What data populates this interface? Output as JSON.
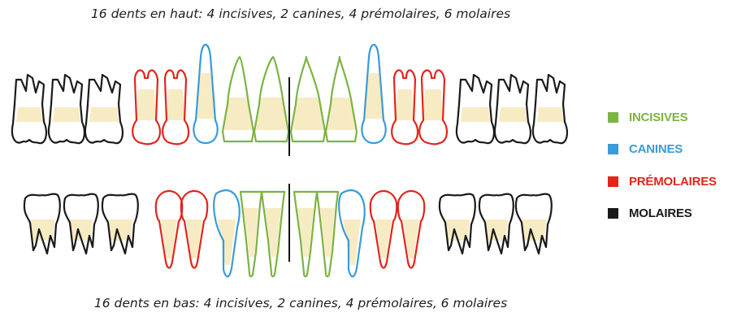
{
  "captions": {
    "top": "16 dents en haut: 4 incisives, 2 canines, 4 prémolaires, 6 molaires",
    "bottom": "16 dents en bas: 4 incisives, 2 canines, 4 prémolaires, 6 molaires"
  },
  "legend": [
    {
      "label": "INCISIVES",
      "color": "#7cb342"
    },
    {
      "label": "CANINES",
      "color": "#3a9bd9"
    },
    {
      "label": "PRÉMOLAIRES",
      "color": "#e1251b"
    },
    {
      "label": "MOLAIRES",
      "color": "#1a1a1a"
    }
  ],
  "fill_color": "#f7ebc4",
  "arches": {
    "upper": [
      "molar",
      "molar",
      "molar",
      "premolar",
      "premolar",
      "canine",
      "incisor",
      "incisor",
      "incisor",
      "incisor",
      "canine",
      "premolar",
      "premolar",
      "molar",
      "molar",
      "molar"
    ],
    "lower": [
      "molar",
      "molar",
      "molar",
      "premolar",
      "premolar",
      "canine",
      "incisor",
      "incisor",
      "incisor",
      "incisor",
      "canine",
      "premolar",
      "premolar",
      "molar",
      "molar",
      "molar"
    ]
  }
}
